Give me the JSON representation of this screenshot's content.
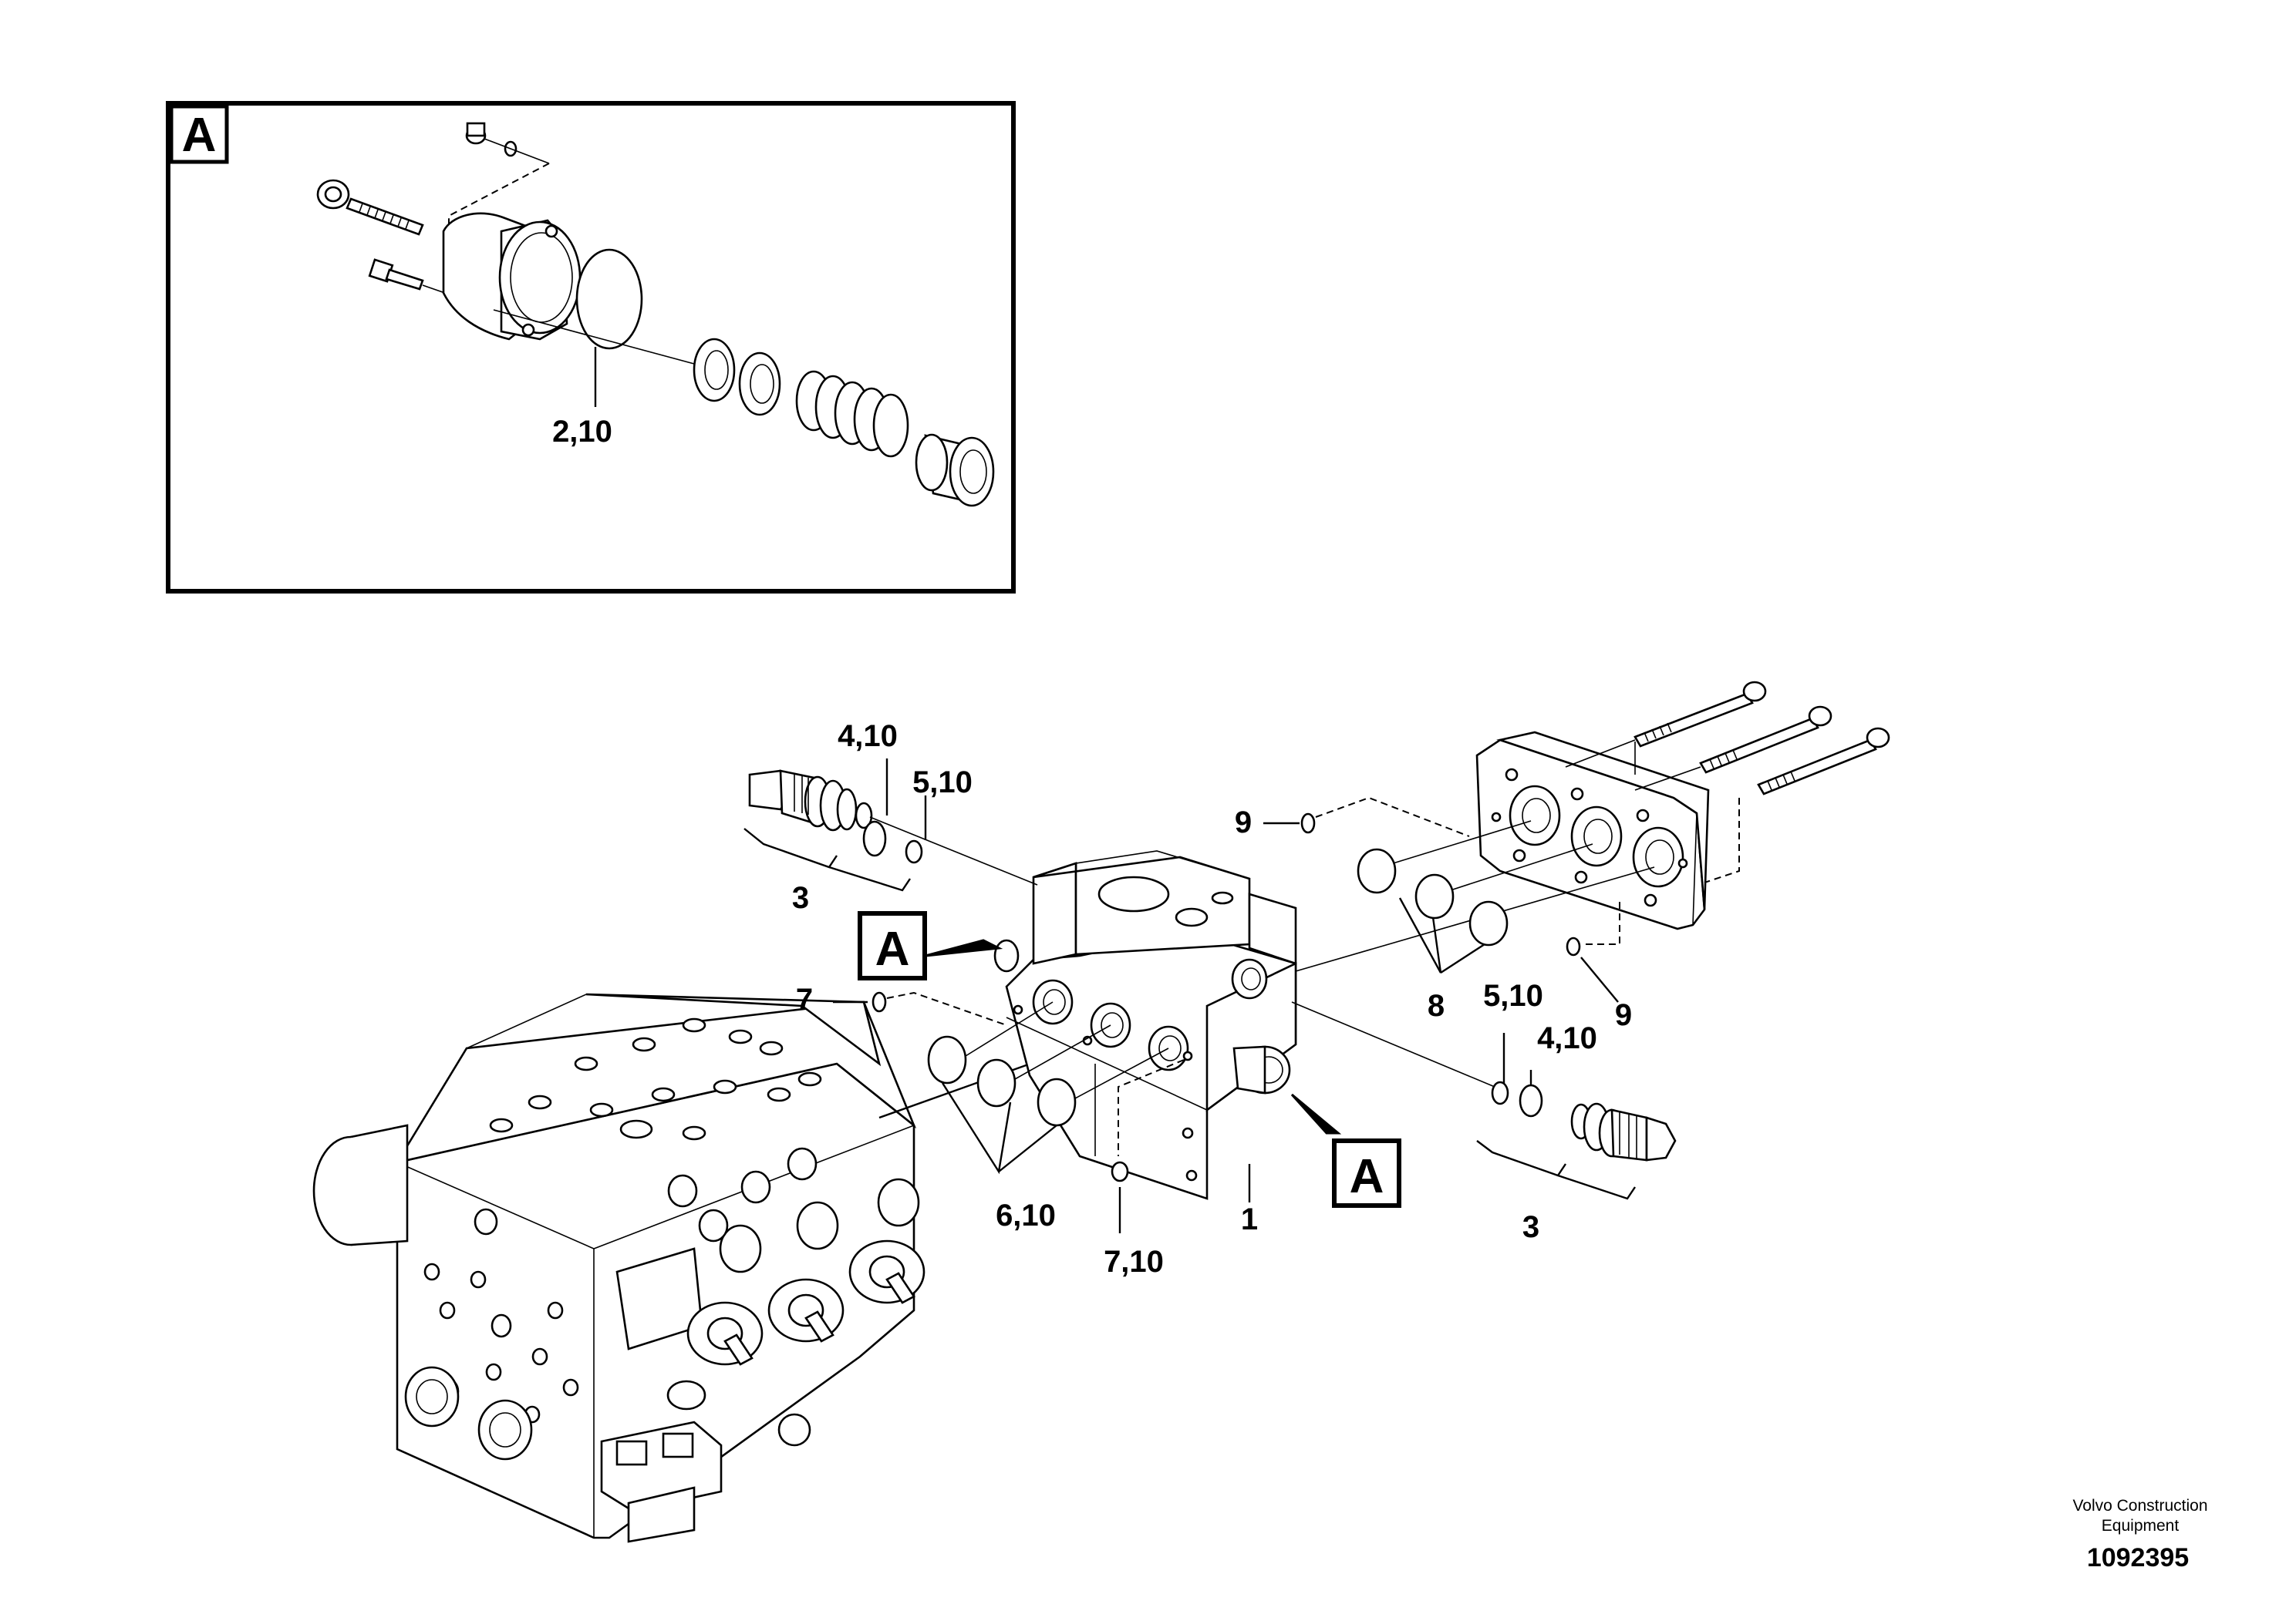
{
  "inset": {
    "label": "A",
    "callout": "2,10"
  },
  "callouts": {
    "c_4_10_top": "4,10",
    "c_5_10_top": "5,10",
    "c_3_left": "3",
    "c_A_left": "A",
    "c_7": "7",
    "c_6_10": "6,10",
    "c_7_10": "7,10",
    "c_1": "1",
    "c_A_right": "A",
    "c_9_top": "9",
    "c_8": "8",
    "c_9_right": "9",
    "c_5_10_right": "5,10",
    "c_4_10_right": "4,10",
    "c_3_right": "3"
  },
  "footer": {
    "company_line1": "Volvo Construction",
    "company_line2": "Equipment",
    "doc_number": "1092395"
  }
}
